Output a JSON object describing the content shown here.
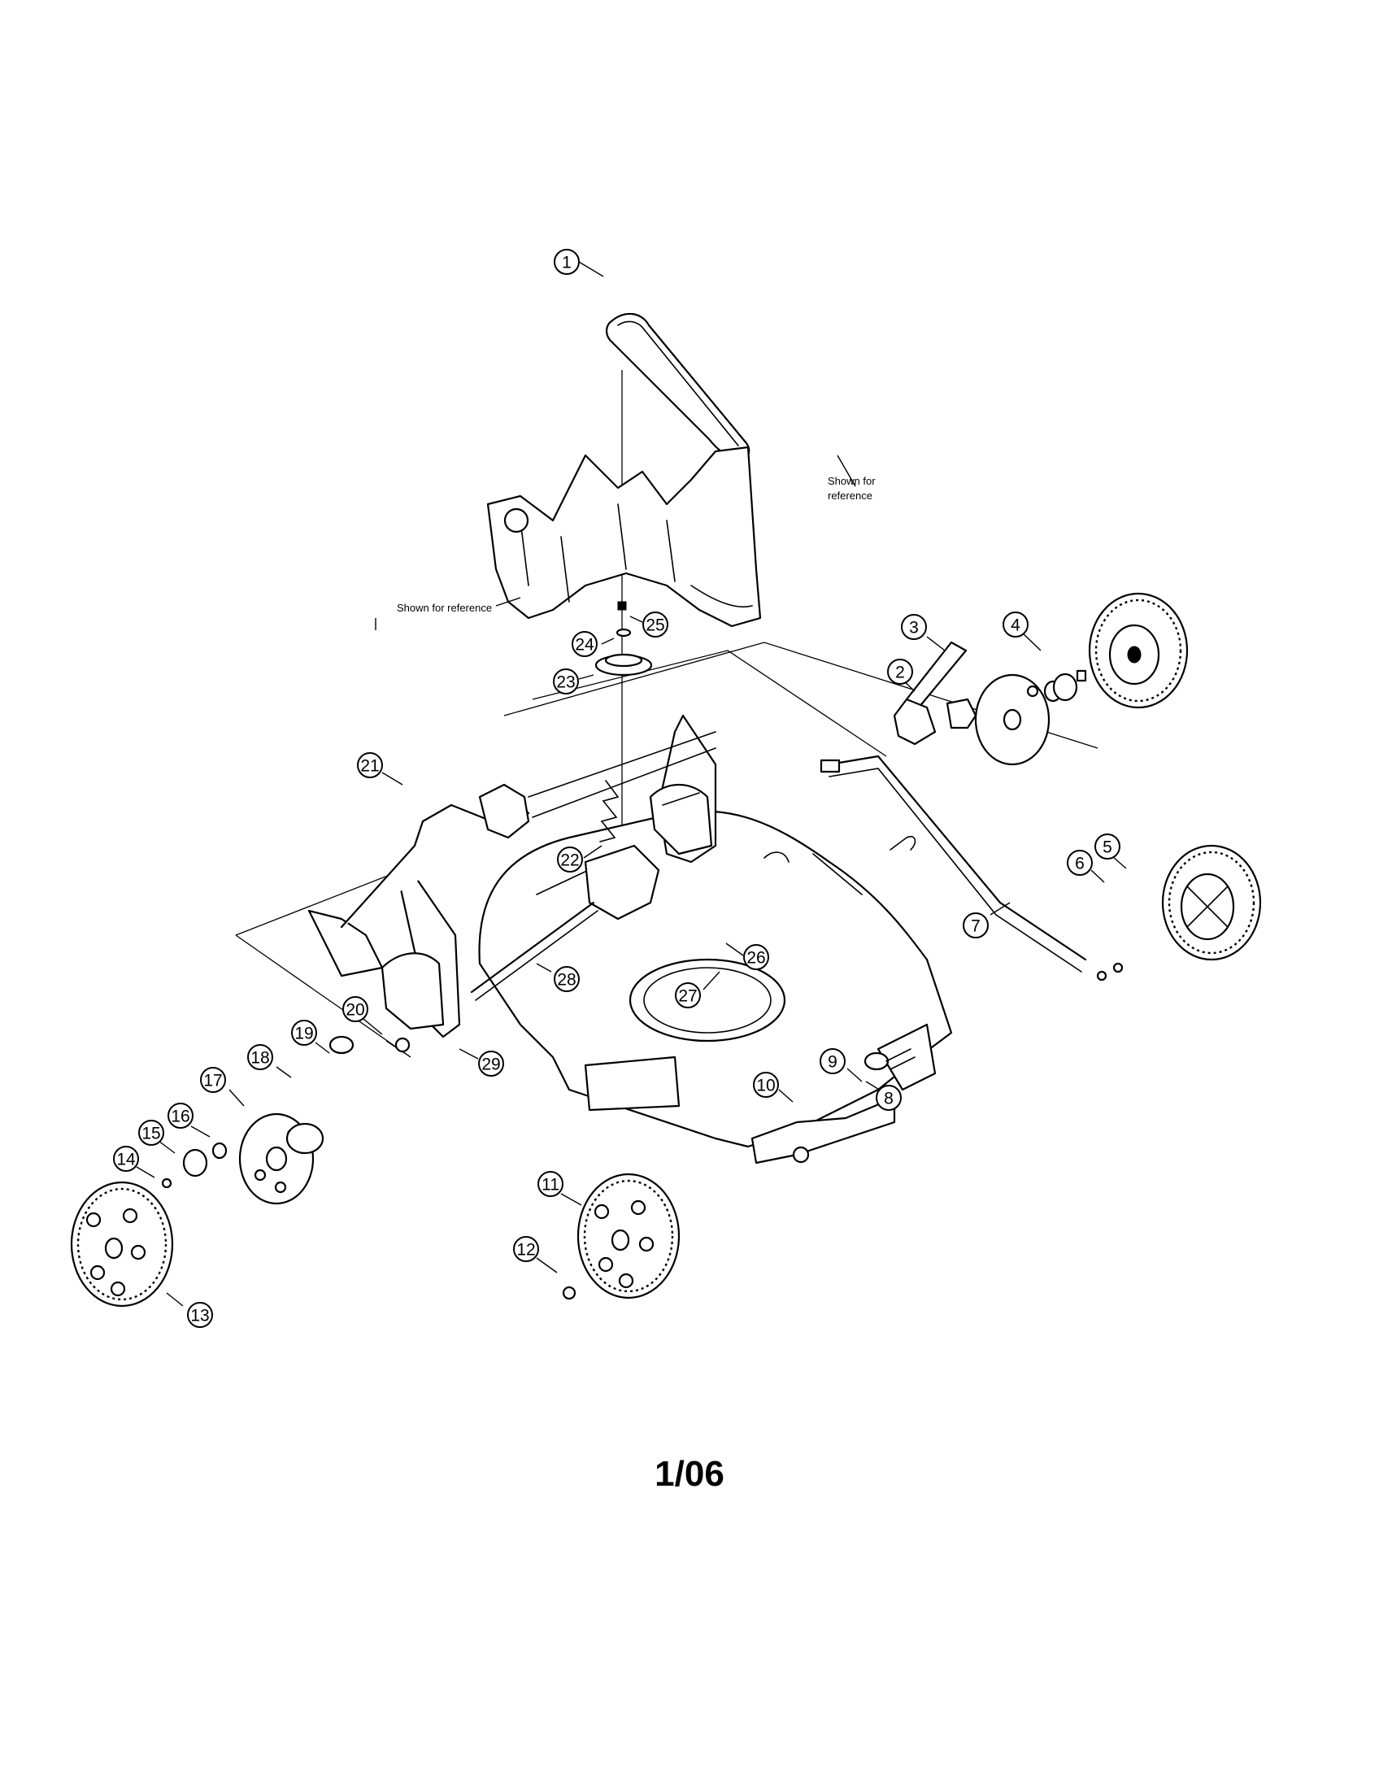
{
  "notes": {
    "shown_for_reference_1": "Shown for reference",
    "shown_for_reference_2_line1": "Shown for",
    "shown_for_reference_2_line2": "reference"
  },
  "callouts": [
    "1",
    "2",
    "3",
    "4",
    "5",
    "6",
    "7",
    "8",
    "9",
    "10",
    "11",
    "12",
    "13",
    "14",
    "15",
    "16",
    "17",
    "18",
    "19",
    "20",
    "21",
    "22",
    "23",
    "24",
    "25",
    "26",
    "27",
    "28",
    "29"
  ],
  "footer": {
    "page_code": "1/06"
  }
}
